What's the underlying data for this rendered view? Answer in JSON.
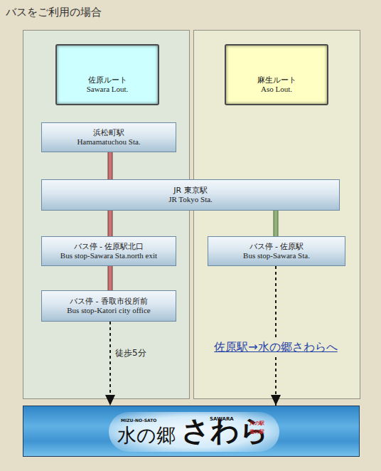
{
  "diagram": {
    "title": "バスをご利用の場合",
    "nodes": [
      {
        "text": [
          "佐原ルート",
          "Sawara Lout."
        ]
      },
      {
        "text": [
          "麻生ルート",
          "Aso Lout."
        ]
      },
      {
        "text": [
          "浜松町駅",
          "Hamamatuchou Sta."
        ]
      },
      {
        "text": [
          "JR 東京駅",
          "JR Tokyo Sta."
        ]
      },
      {
        "text": [
          "バス停 - 佐原駅北口",
          "Bus stop-Sawara Sta.north exit"
        ]
      },
      {
        "text": [
          "バス停 - 佐原駅",
          "Bus stop-Sawara Sta."
        ]
      },
      {
        "text": [
          "バス停 - 香取市役所前",
          "Bus stop-Katori city office"
        ]
      },
      {
        "text": [
          "MIZU-NO-SATO",
          "SAWARA",
          "水の郷",
          "さわら"
        ]
      }
    ],
    "edges": [
      {
        "from": 2,
        "to": 3,
        "arrow": "none"
      },
      {
        "from": 3,
        "to": 4,
        "arrow": "none"
      },
      {
        "from": 4,
        "to": 6,
        "arrow": "none"
      },
      {
        "from": 3,
        "to": 5,
        "arrow": "none"
      },
      {
        "from": 6,
        "to": 7,
        "label": "徒歩5分",
        "arrow": "to"
      },
      {
        "from": 5,
        "to": 7,
        "label": "佐原駅→水の郷さわらへ",
        "arrow": "to"
      }
    ],
    "labels": [
      "川の駅",
      "道の駅"
    ]
  }
}
